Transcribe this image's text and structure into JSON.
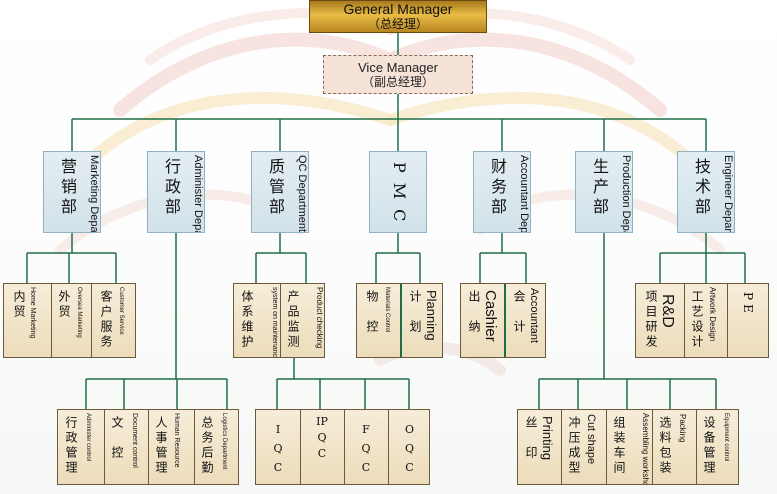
{
  "general_manager": {
    "en": "General Manager",
    "cn": "（总经理）"
  },
  "vice_manager": {
    "en": "Vice Manager",
    "cn": "（副总经理）"
  },
  "departments": [
    {
      "cn": "营销部",
      "en": "Marketing Department"
    },
    {
      "cn": "行政部",
      "en": "Administer Department"
    },
    {
      "cn": "质管部",
      "en": "QC Department"
    },
    {
      "cn": "PMC",
      "en": ""
    },
    {
      "cn": "财务部",
      "en": "Accountant Department"
    },
    {
      "cn": "生产部",
      "en": "Production Department"
    },
    {
      "cn": "技术部",
      "en": "Engineer Department"
    }
  ],
  "marketing_units": [
    {
      "cn": "内贸",
      "en": "Home Marketing"
    },
    {
      "cn": "外贸",
      "en": "Oversea Marketing"
    },
    {
      "cn": "客户服务",
      "en": "Customer Service"
    }
  ],
  "qc_units": [
    {
      "cn": "体系维护",
      "en": "system on maintenance"
    },
    {
      "cn": "产品监测",
      "en": "Product checking"
    }
  ],
  "pmc_units": [
    {
      "cn": "物控",
      "en": "Materials Control"
    },
    {
      "cn": "计划",
      "en": "Planning"
    }
  ],
  "finance_units": [
    {
      "cn": "出纳",
      "en": "Cashier"
    },
    {
      "cn": "会计",
      "en": "Accountant"
    }
  ],
  "engineering_units": [
    {
      "cn": "项目研发",
      "en": "R&D"
    },
    {
      "cn": "工艺设计",
      "en": "Artwork Design"
    },
    {
      "cn": "",
      "en": "PE"
    }
  ],
  "admin_units": [
    {
      "cn": "行政管理",
      "en": "Administer control"
    },
    {
      "cn": "文控",
      "en": "Document control"
    },
    {
      "cn": "人事管理",
      "en": "Human Resource"
    },
    {
      "cn": "总务后勤",
      "en": "Logistics Department"
    }
  ],
  "quality_checks": [
    {
      "text": "IQC"
    },
    {
      "text": "IPQC"
    },
    {
      "text": "FQC"
    },
    {
      "text": "OQC"
    }
  ],
  "production_units": [
    {
      "cn": "丝印",
      "en": "Printing"
    },
    {
      "cn": "冲压成型",
      "en": "Cut shape"
    },
    {
      "cn": "组装车间",
      "en": "Assembling workshop"
    },
    {
      "cn": "选料包装",
      "en": "Packing"
    },
    {
      "cn": "设备管理",
      "en": "Equipment control"
    }
  ],
  "colors": {
    "line": "#1f6e46",
    "gold": "#d9a836",
    "panel": "#efe2c4",
    "dept_box": "#dae8ee",
    "vice_box": "#f6e3d8"
  }
}
